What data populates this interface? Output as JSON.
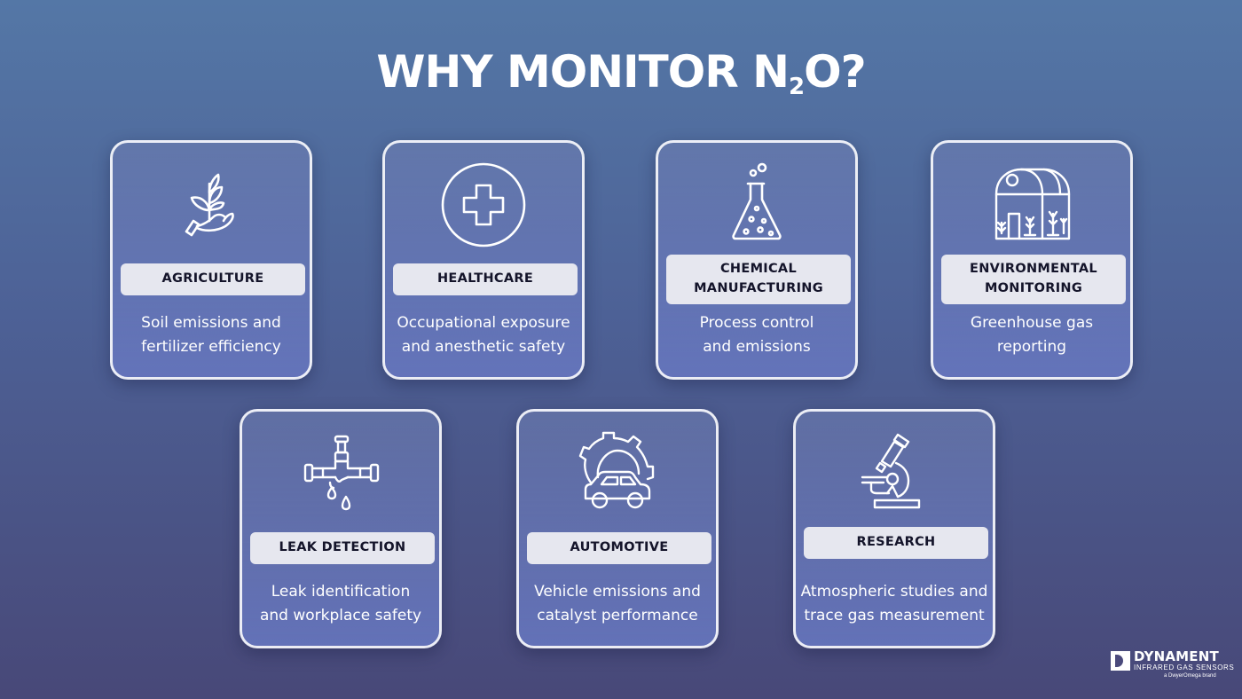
{
  "title": {
    "main": "WHY MONITOR N",
    "subscript": "2",
    "suffix": "O?"
  },
  "cards": [
    {
      "label": "AGRICULTURE",
      "desc_line1": "Soil emissions and",
      "desc_line2": "fertilizer efficiency",
      "icon": "plant-in-hand-icon"
    },
    {
      "label": "HEALTHCARE",
      "desc_line1": "Occupational exposure",
      "desc_line2": "and anesthetic safety",
      "icon": "medical-cross-icon"
    },
    {
      "label_line1": "CHEMICAL",
      "label_line2": "MANUFACTURING",
      "desc_line1": "Process control",
      "desc_line2": "and emissions",
      "icon": "flask-icon"
    },
    {
      "label_line1": "ENVIRONMENTAL",
      "label_line2": "MONITORING",
      "desc_line1": "Greenhouse gas",
      "desc_line2": "reporting",
      "icon": "greenhouse-icon"
    },
    {
      "label": "LEAK DETECTION",
      "desc_line1": "Leak identification",
      "desc_line2": "and workplace safety",
      "icon": "leaking-pipe-icon"
    },
    {
      "label": "AUTOMOTIVE",
      "desc_line1": "Vehicle emissions and",
      "desc_line2": "catalyst performance",
      "icon": "car-gear-icon"
    },
    {
      "label": "RESEARCH",
      "desc_line1": "Atmospheric studies and",
      "desc_line2": "trace gas measurement",
      "icon": "microscope-icon"
    }
  ],
  "logo": {
    "name": "DYNAMENT",
    "subtitle": "INFRARED GAS SENSORS",
    "tagline": "a DwyerOmega brand"
  },
  "colors": {
    "background_top": "#5477a6",
    "background_bottom": "#484878",
    "label_bg": "#e6e7ef",
    "label_text": "#14142a",
    "text": "#ffffff"
  }
}
